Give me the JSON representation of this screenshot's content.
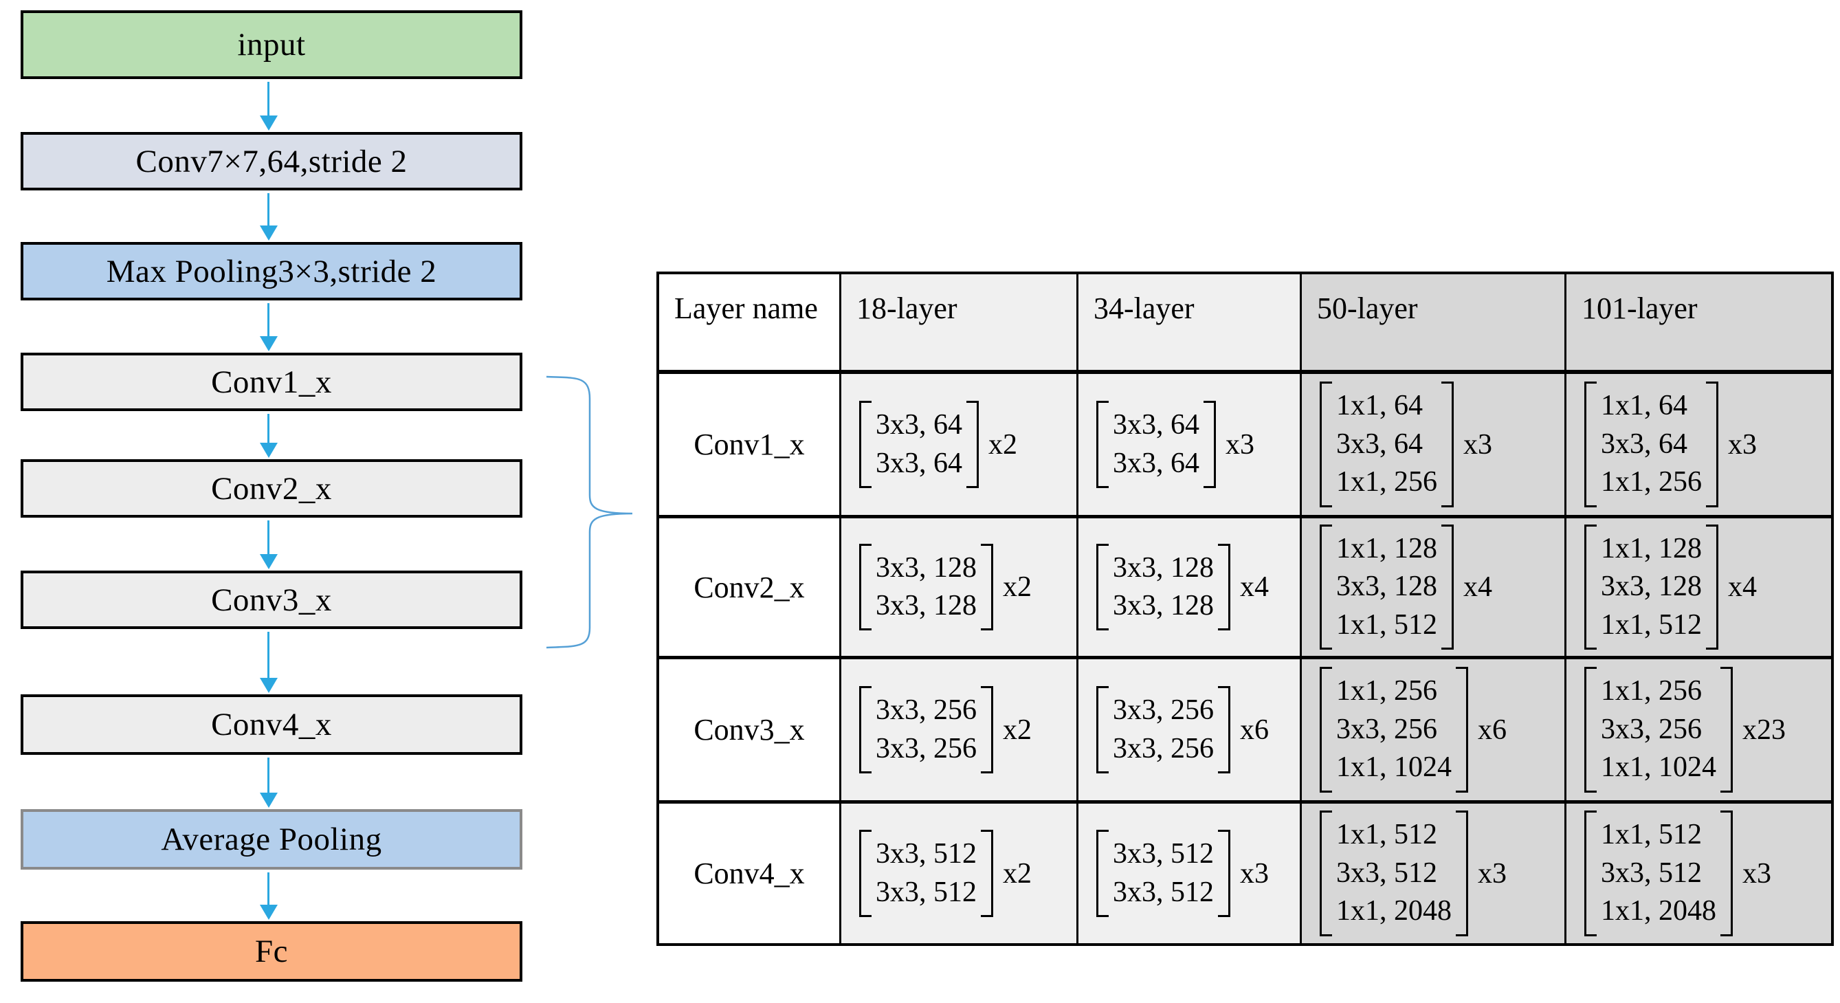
{
  "flowchart": {
    "nodes": [
      {
        "label": "input",
        "fill": "#b8deb2",
        "border": "#000000"
      },
      {
        "label": "Conv7×7,64,stride 2",
        "fill": "#d9dee9",
        "border": "#000000"
      },
      {
        "label": "Max Pooling3×3,stride 2",
        "fill": "#b4cfec",
        "border": "#000000"
      },
      {
        "label": "Conv1_x",
        "fill": "#ededed",
        "border": "#000000"
      },
      {
        "label": "Conv2_x",
        "fill": "#ededed",
        "border": "#000000"
      },
      {
        "label": "Conv3_x",
        "fill": "#ededed",
        "border": "#000000"
      },
      {
        "label": "Conv4_x",
        "fill": "#ededed",
        "border": "#000000"
      },
      {
        "label": "Average Pooling",
        "fill": "#b4cfec",
        "border": "#8a8a8a"
      },
      {
        "label": "Fc",
        "fill": "#fcb181",
        "border": "#000000"
      }
    ]
  },
  "table": {
    "header": [
      "Layer name",
      "18-layer",
      "34-layer",
      "50-layer",
      "101-layer"
    ],
    "rows": [
      {
        "name": "Conv1_x",
        "cells": [
          {
            "lines": [
              "3x3, 64",
              "3x3, 64"
            ],
            "mult": "x2"
          },
          {
            "lines": [
              "3x3, 64",
              "3x3, 64"
            ],
            "mult": "x3"
          },
          {
            "lines": [
              "1x1, 64",
              "3x3, 64",
              "1x1, 256"
            ],
            "mult": "x3"
          },
          {
            "lines": [
              "1x1, 64",
              "3x3, 64",
              "1x1, 256"
            ],
            "mult": "x3"
          }
        ]
      },
      {
        "name": "Conv2_x",
        "cells": [
          {
            "lines": [
              "3x3, 128",
              "3x3, 128"
            ],
            "mult": "x2"
          },
          {
            "lines": [
              "3x3, 128",
              "3x3, 128"
            ],
            "mult": "x4"
          },
          {
            "lines": [
              "1x1, 128",
              "3x3, 128",
              "1x1, 512"
            ],
            "mult": "x4"
          },
          {
            "lines": [
              "1x1, 128",
              "3x3, 128",
              "1x1, 512"
            ],
            "mult": "x4"
          }
        ]
      },
      {
        "name": "Conv3_x",
        "cells": [
          {
            "lines": [
              "3x3, 256",
              "3x3, 256"
            ],
            "mult": "x2"
          },
          {
            "lines": [
              "3x3, 256",
              "3x3, 256"
            ],
            "mult": "x6"
          },
          {
            "lines": [
              "1x1, 256",
              "3x3, 256",
              "1x1, 1024"
            ],
            "mult": "x6"
          },
          {
            "lines": [
              "1x1, 256",
              "3x3, 256",
              "1x1, 1024"
            ],
            "mult": "x23"
          }
        ]
      },
      {
        "name": "Conv4_x",
        "cells": [
          {
            "lines": [
              "3x3, 512",
              "3x3, 512"
            ],
            "mult": "x2"
          },
          {
            "lines": [
              "3x3, 512",
              "3x3, 512"
            ],
            "mult": "x3"
          },
          {
            "lines": [
              "1x1, 512",
              "3x3, 512",
              "1x1, 2048"
            ],
            "mult": "x3"
          },
          {
            "lines": [
              "1x1, 512",
              "3x3, 512",
              "1x1, 2048"
            ],
            "mult": "x3"
          }
        ]
      }
    ]
  },
  "colors": {
    "arrow": "#2aa7e0",
    "brace": "#55a0d6",
    "table_light_column": "#f0f0f0",
    "table_dark_column": "#d7d7d7",
    "table_name_column": "#ffffff"
  }
}
